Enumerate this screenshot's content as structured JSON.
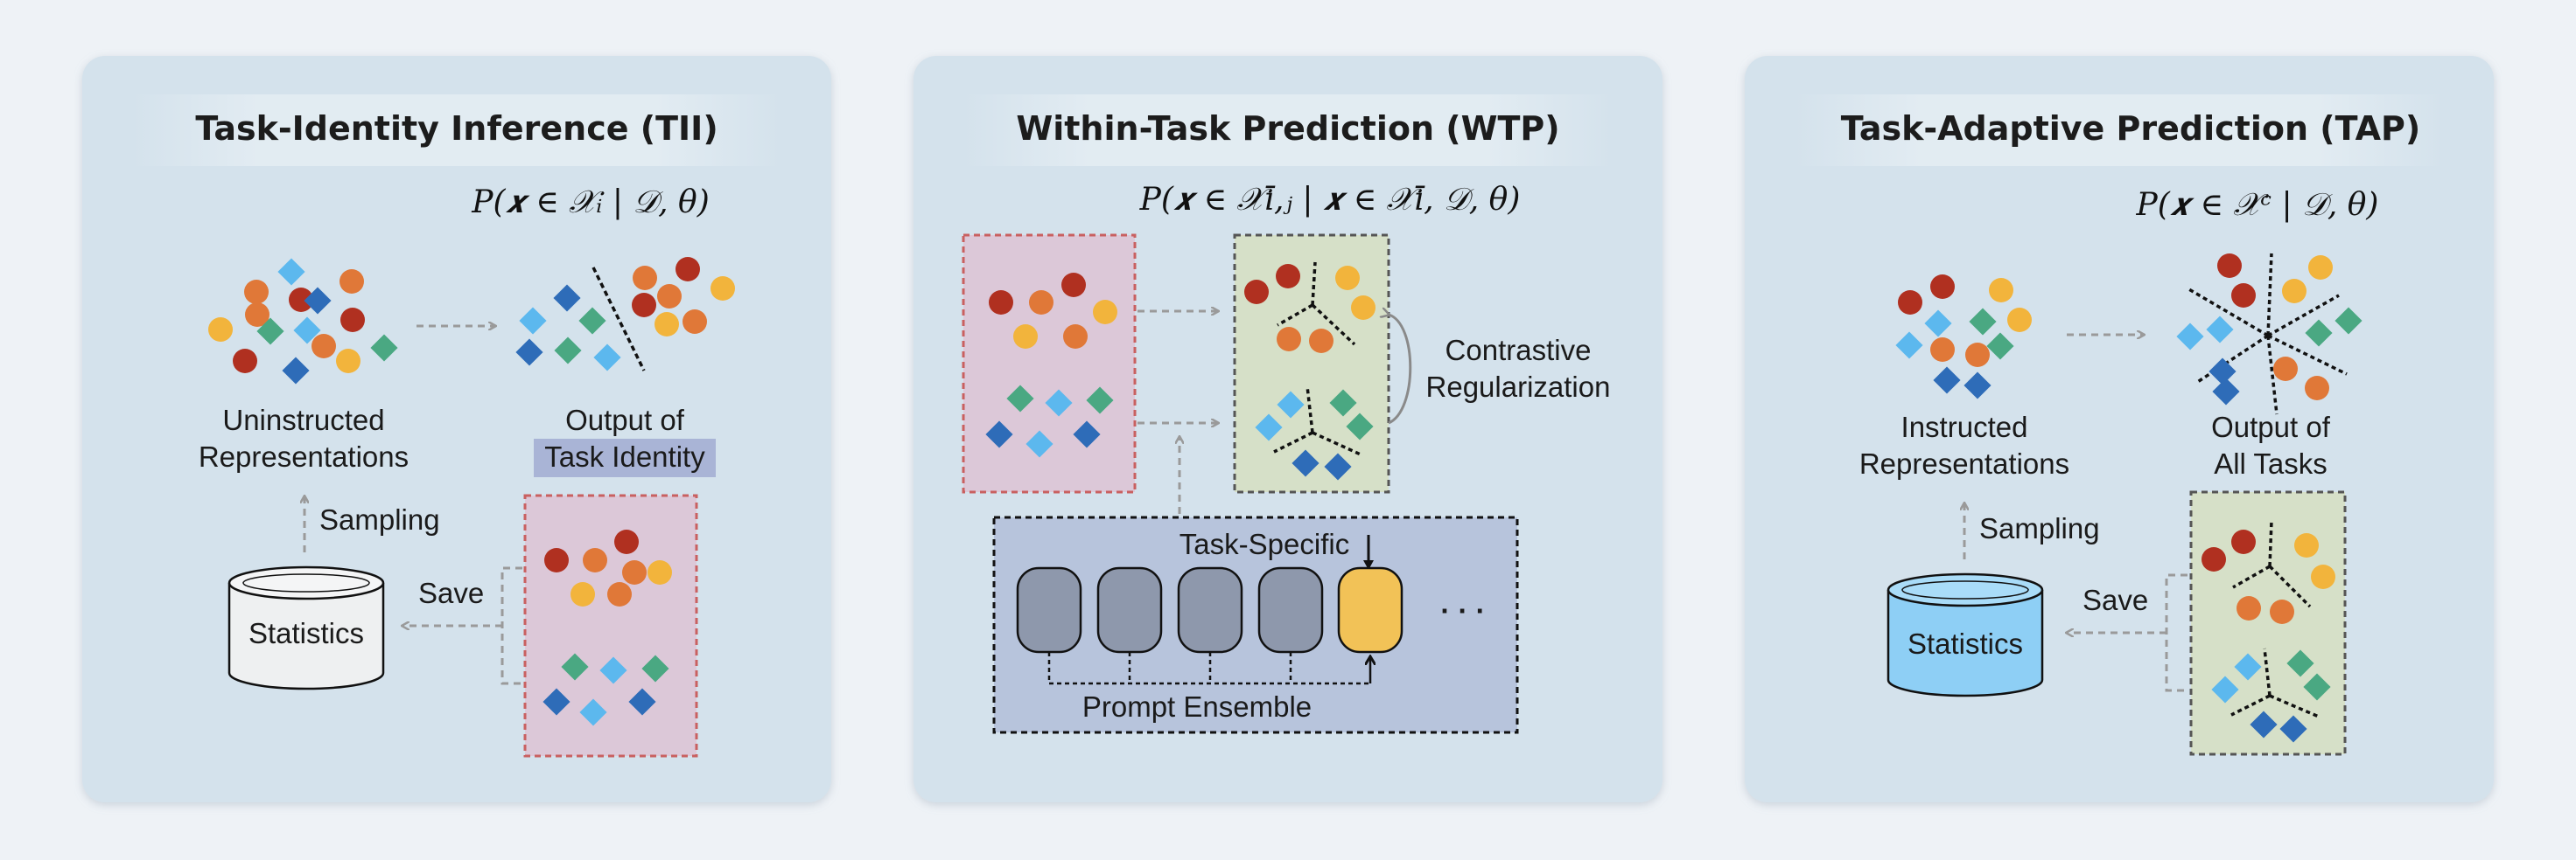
{
  "panels": [
    {
      "title": "Task-Identity Inference (TII)",
      "formula": "P(𝒙 ∈ 𝒳ᵢ | 𝒟, θ)",
      "input_label": [
        "Uninstructed",
        "Representations"
      ],
      "output_label": [
        "Output of",
        "Task Identity"
      ],
      "sampling_label": "Sampling",
      "save_label": "Save",
      "statistics_label": "Statistics"
    },
    {
      "title": "Within-Task Prediction (WTP)",
      "formula": "P(𝒙 ∈ 𝒳ī,ⱼ | 𝒙 ∈ 𝒳ī, 𝒟, θ)",
      "contrastive_label": [
        "Contrastive",
        "Regularization"
      ],
      "task_specific_label": "Task-Specific",
      "prompt_ensemble_label": "Prompt Ensemble",
      "ellipsis": "· · ·"
    },
    {
      "title": "Task-Adaptive Prediction (TAP)",
      "formula": "P(𝒙 ∈ 𝒳ᶜ | 𝒟, θ)",
      "input_label": [
        "Instructed",
        "Representations"
      ],
      "output_label": [
        "Output of",
        "All Tasks"
      ],
      "sampling_label": "Sampling",
      "save_label": "Save",
      "statistics_label": "Statistics"
    }
  ],
  "colors": {
    "panel_bg": "#d4e2ec",
    "red": "#b03020",
    "orange": "#e07838",
    "yellow": "#f2b43c",
    "teal": "#4aa882",
    "blue": "#2e6cb8",
    "light_blue": "#5cb8ee",
    "pink_box": "#dcc8d8",
    "green_box": "#d6e0c8",
    "prompt_box": "#b7c4dc",
    "prompt_gray": "#8e98ac",
    "prompt_yellow": "#f2c257",
    "statistics_blue": "#8ecff5"
  }
}
